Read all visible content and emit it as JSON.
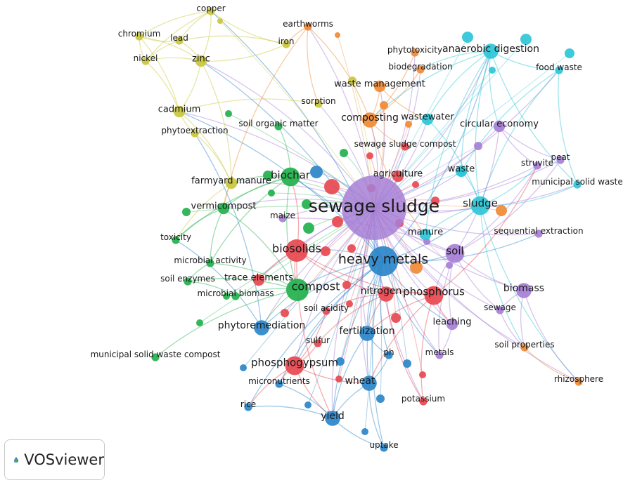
{
  "colors": {
    "red": "#e8484f",
    "green": "#22b14c",
    "blue": "#2a86c9",
    "yellow": "#c9c73d",
    "purple": "#a77fd6",
    "cyan": "#2ec6d8",
    "orange": "#f08a35"
  },
  "logo": {
    "label": "VOSviewer",
    "icon": "vosviewer-logo-icon"
  },
  "nodes": [
    {
      "id": "sewage_sludge",
      "label": "sewage sludge",
      "c": "purple",
      "w": 10
    },
    {
      "id": "heavy_metals",
      "label": "heavy metals",
      "c": "blue",
      "w": 7
    },
    {
      "id": "biosolids",
      "label": "biosolids",
      "c": "red",
      "w": 5
    },
    {
      "id": "compost",
      "label": "compost",
      "c": "green",
      "w": 5
    },
    {
      "id": "biochar",
      "label": "biochar",
      "c": "green",
      "w": 4
    },
    {
      "id": "sludge",
      "label": "sludge",
      "c": "cyan",
      "w": 4
    },
    {
      "id": "soil",
      "label": "soil",
      "c": "purple",
      "w": 4
    },
    {
      "id": "phosphorus",
      "label": "phosphorus",
      "c": "red",
      "w": 4
    },
    {
      "id": "nitrogen",
      "label": "nitrogen",
      "c": "red",
      "w": 3
    },
    {
      "id": "phosphogypsum",
      "label": "phosphogypsum",
      "c": "red",
      "w": 4
    },
    {
      "id": "phytoremediation",
      "label": "phytoremediation",
      "c": "blue",
      "w": 3
    },
    {
      "id": "fertilization",
      "label": "fertilization",
      "c": "blue",
      "w": 3
    },
    {
      "id": "wheat",
      "label": "wheat",
      "c": "blue",
      "w": 3
    },
    {
      "id": "yield",
      "label": "yield",
      "c": "blue",
      "w": 3
    },
    {
      "id": "anaerobic_digestion",
      "label": "anaerobic digestion",
      "c": "cyan",
      "w": 3
    },
    {
      "id": "composting",
      "label": "composting",
      "c": "orange",
      "w": 3
    },
    {
      "id": "biomass",
      "label": "biomass",
      "c": "purple",
      "w": 3
    },
    {
      "id": "farmyard_manure",
      "label": "farmyard manure",
      "c": "yellow",
      "w": 2
    },
    {
      "id": "cadmium",
      "label": "cadmium",
      "c": "yellow",
      "w": 2
    },
    {
      "id": "zinc",
      "label": "zinc",
      "c": "yellow",
      "w": 2
    },
    {
      "id": "copper",
      "label": "copper",
      "c": "yellow",
      "w": 1
    },
    {
      "id": "chromium",
      "label": "chromium",
      "c": "yellow",
      "w": 1
    },
    {
      "id": "lead",
      "label": "lead",
      "c": "yellow",
      "w": 1
    },
    {
      "id": "nickel",
      "label": "nickel",
      "c": "yellow",
      "w": 1
    },
    {
      "id": "iron",
      "label": "iron",
      "c": "yellow",
      "w": 1
    },
    {
      "id": "phytoextraction",
      "label": "phytoextraction",
      "c": "yellow",
      "w": 1
    },
    {
      "id": "sorption",
      "label": "sorption",
      "c": "yellow",
      "w": 1
    },
    {
      "id": "earthworms",
      "label": "earthworms",
      "c": "orange",
      "w": 1
    },
    {
      "id": "phytotoxicity",
      "label": "phytotoxicity",
      "c": "orange",
      "w": 1
    },
    {
      "id": "biodegradation",
      "label": "biodegradation",
      "c": "orange",
      "w": 1
    },
    {
      "id": "waste_management",
      "label": "waste management",
      "c": "orange",
      "w": 2
    },
    {
      "id": "food_waste",
      "label": "food waste",
      "c": "cyan",
      "w": 1
    },
    {
      "id": "wastewater",
      "label": "wastewater",
      "c": "cyan",
      "w": 2
    },
    {
      "id": "circular_economy",
      "label": "circular economy",
      "c": "purple",
      "w": 2
    },
    {
      "id": "soil_organic_matter",
      "label": "soil organic matter",
      "c": "green",
      "w": 1
    },
    {
      "id": "sewage_sludge_compost",
      "label": "sewage sludge compost",
      "c": "red",
      "w": 1
    },
    {
      "id": "agriculture",
      "label": "agriculture",
      "c": "red",
      "w": 2
    },
    {
      "id": "waste",
      "label": "waste",
      "c": "cyan",
      "w": 2
    },
    {
      "id": "struvite",
      "label": "struvite",
      "c": "purple",
      "w": 1
    },
    {
      "id": "peat",
      "label": "peat",
      "c": "purple",
      "w": 1
    },
    {
      "id": "municipal_solid_waste",
      "label": "municipal solid waste",
      "c": "cyan",
      "w": 1
    },
    {
      "id": "vermicompost",
      "label": "vermicompost",
      "c": "green",
      "w": 2
    },
    {
      "id": "maize",
      "label": "maize",
      "c": "purple",
      "w": 1
    },
    {
      "id": "toxicity",
      "label": "toxicity",
      "c": "green",
      "w": 1
    },
    {
      "id": "manure",
      "label": "manure",
      "c": "cyan",
      "w": 2
    },
    {
      "id": "sequential_extraction",
      "label": "sequential extraction",
      "c": "purple",
      "w": 1
    },
    {
      "id": "microbial_activity",
      "label": "microbial activity",
      "c": "green",
      "w": 1
    },
    {
      "id": "soil_enzymes",
      "label": "soil enzymes",
      "c": "green",
      "w": 1
    },
    {
      "id": "trace_elements",
      "label": "trace elements",
      "c": "red",
      "w": 2
    },
    {
      "id": "microbial_biomass",
      "label": "microbial biomass",
      "c": "green",
      "w": 1
    },
    {
      "id": "soil_acidity",
      "label": "soil acidity",
      "c": "red",
      "w": 1
    },
    {
      "id": "sewage",
      "label": "sewage",
      "c": "purple",
      "w": 1
    },
    {
      "id": "leaching",
      "label": "leaching",
      "c": "purple",
      "w": 2
    },
    {
      "id": "sulfur",
      "label": "sulfur",
      "c": "red",
      "w": 1
    },
    {
      "id": "ph",
      "label": "ph",
      "c": "blue",
      "w": 1
    },
    {
      "id": "metals",
      "label": "metals",
      "c": "purple",
      "w": 1
    },
    {
      "id": "soil_properties",
      "label": "soil properties",
      "c": "orange",
      "w": 1
    },
    {
      "id": "municipal_solid_waste_compost",
      "label": "municipal solid waste compost",
      "c": "green",
      "w": 1
    },
    {
      "id": "micronutrients",
      "label": "micronutrients",
      "c": "blue",
      "w": 1
    },
    {
      "id": "rhizosphere",
      "label": "rhizosphere",
      "c": "orange",
      "w": 1
    },
    {
      "id": "potassium",
      "label": "potassium",
      "c": "red",
      "w": 1
    },
    {
      "id": "rice",
      "label": "rice",
      "c": "blue",
      "w": 1
    },
    {
      "id": "uptake",
      "label": "uptake",
      "c": "blue",
      "w": 1
    }
  ],
  "edges": [
    [
      "sewage_sludge",
      "heavy_metals"
    ],
    [
      "sewage_sludge",
      "biosolids"
    ],
    [
      "sewage_sludge",
      "compost"
    ],
    [
      "sewage_sludge",
      "biochar"
    ],
    [
      "sewage_sludge",
      "sludge"
    ],
    [
      "sewage_sludge",
      "soil"
    ],
    [
      "sewage_sludge",
      "phosphorus"
    ],
    [
      "sewage_sludge",
      "nitrogen"
    ],
    [
      "sewage_sludge",
      "phosphogypsum"
    ],
    [
      "sewage_sludge",
      "anaerobic_digestion"
    ],
    [
      "sewage_sludge",
      "composting"
    ],
    [
      "sewage_sludge",
      "biomass"
    ],
    [
      "sewage_sludge",
      "farmyard_manure"
    ],
    [
      "sewage_sludge",
      "cadmium"
    ],
    [
      "sewage_sludge",
      "zinc"
    ],
    [
      "sewage_sludge",
      "wastewater"
    ],
    [
      "sewage_sludge",
      "circular_economy"
    ],
    [
      "sewage_sludge",
      "agriculture"
    ],
    [
      "sewage_sludge",
      "waste"
    ],
    [
      "sewage_sludge",
      "manure"
    ],
    [
      "sewage_sludge",
      "fertilization"
    ],
    [
      "sewage_sludge",
      "wheat"
    ],
    [
      "sewage_sludge",
      "yield"
    ],
    [
      "sewage_sludge",
      "leaching"
    ],
    [
      "sewage_sludge",
      "sequential_extraction"
    ],
    [
      "sewage_sludge",
      "municipal_solid_waste"
    ],
    [
      "sewage_sludge",
      "food_waste"
    ],
    [
      "sewage_sludge",
      "struvite"
    ],
    [
      "sewage_sludge",
      "peat"
    ],
    [
      "sewage_sludge",
      "waste_management"
    ],
    [
      "sewage_sludge",
      "earthworms"
    ],
    [
      "sewage_sludge",
      "phytotoxicity"
    ],
    [
      "sewage_sludge",
      "vermicompost"
    ],
    [
      "sewage_sludge",
      "maize"
    ],
    [
      "sewage_sludge",
      "trace_elements"
    ],
    [
      "sewage_sludge",
      "phytoremediation"
    ],
    [
      "sewage_sludge",
      "soil_properties"
    ],
    [
      "sewage_sludge",
      "rhizosphere"
    ],
    [
      "sewage_sludge",
      "sewage_sludge_compost"
    ],
    [
      "sewage_sludge",
      "sorption"
    ],
    [
      "sewage_sludge",
      "metals"
    ],
    [
      "sewage_sludge",
      "potassium"
    ],
    [
      "sewage_sludge",
      "sewage"
    ],
    [
      "sewage_sludge",
      "biodegradation"
    ],
    [
      "heavy_metals",
      "biochar"
    ],
    [
      "heavy_metals",
      "compost"
    ],
    [
      "heavy_metals",
      "phytoremediation"
    ],
    [
      "heavy_metals",
      "phosphogypsum"
    ],
    [
      "heavy_metals",
      "wheat"
    ],
    [
      "heavy_metals",
      "yield"
    ],
    [
      "heavy_metals",
      "fertilization"
    ],
    [
      "heavy_metals",
      "cadmium"
    ],
    [
      "heavy_metals",
      "zinc"
    ],
    [
      "heavy_metals",
      "copper"
    ],
    [
      "heavy_metals",
      "soil"
    ],
    [
      "heavy_metals",
      "sludge"
    ],
    [
      "heavy_metals",
      "biosolids"
    ],
    [
      "heavy_metals",
      "rice"
    ],
    [
      "heavy_metals",
      "uptake"
    ],
    [
      "heavy_metals",
      "micronutrients"
    ],
    [
      "heavy_metals",
      "ph"
    ],
    [
      "heavy_metals",
      "leaching"
    ],
    [
      "heavy_metals",
      "metals"
    ],
    [
      "heavy_metals",
      "anaerobic_digestion"
    ],
    [
      "heavy_metals",
      "sequential_extraction"
    ],
    [
      "biosolids",
      "nitrogen"
    ],
    [
      "biosolids",
      "phosphorus"
    ],
    [
      "biosolids",
      "trace_elements"
    ],
    [
      "biosolids",
      "compost"
    ],
    [
      "biosolids",
      "biochar"
    ],
    [
      "biosolids",
      "yield"
    ],
    [
      "biochar",
      "compost"
    ],
    [
      "biochar",
      "farmyard_manure"
    ],
    [
      "biochar",
      "vermicompost"
    ],
    [
      "biochar",
      "toxicity"
    ],
    [
      "biochar",
      "soil_organic_matter"
    ],
    [
      "biochar",
      "microbial_activity"
    ],
    [
      "compost",
      "microbial_biomass"
    ],
    [
      "compost",
      "soil_enzymes"
    ],
    [
      "compost",
      "municipal_solid_waste_compost"
    ],
    [
      "compost",
      "microbial_activity"
    ],
    [
      "compost",
      "vermicompost"
    ],
    [
      "compost",
      "phytoremediation"
    ],
    [
      "cadmium",
      "zinc"
    ],
    [
      "cadmium",
      "phytoextraction"
    ],
    [
      "cadmium",
      "chromium"
    ],
    [
      "cadmium",
      "nickel"
    ],
    [
      "zinc",
      "copper"
    ],
    [
      "zinc",
      "lead"
    ],
    [
      "zinc",
      "chromium"
    ],
    [
      "zinc",
      "nickel"
    ],
    [
      "zinc",
      "iron"
    ],
    [
      "copper",
      "lead"
    ],
    [
      "copper",
      "chromium"
    ],
    [
      "copper",
      "nickel"
    ],
    [
      "copper",
      "iron"
    ],
    [
      "lead",
      "nickel"
    ],
    [
      "chromium",
      "nickel"
    ],
    [
      "chromium",
      "lead"
    ],
    [
      "farmyard_manure",
      "cadmium"
    ],
    [
      "farmyard_manure",
      "zinc"
    ],
    [
      "farmyard_manure",
      "phytoextraction"
    ],
    [
      "farmyard_manure",
      "vermicompost"
    ],
    [
      "farmyard_manure",
      "toxicity"
    ],
    [
      "anaerobic_digestion",
      "food_waste"
    ],
    [
      "anaerobic_digestion",
      "wastewater"
    ],
    [
      "anaerobic_digestion",
      "sludge"
    ],
    [
      "anaerobic_digestion",
      "municipal_solid_waste"
    ],
    [
      "anaerobic_digestion",
      "waste"
    ],
    [
      "anaerobic_digestion",
      "biodegradation"
    ],
    [
      "anaerobic_digestion",
      "manure"
    ],
    [
      "anaerobic_digestion",
      "circular_economy"
    ],
    [
      "anaerobic_digestion",
      "composting"
    ],
    [
      "food_waste",
      "sludge"
    ],
    [
      "food_waste",
      "waste"
    ],
    [
      "food_waste",
      "municipal_solid_waste"
    ],
    [
      "sludge",
      "wastewater"
    ],
    [
      "sludge",
      "waste"
    ],
    [
      "sludge",
      "manure"
    ],
    [
      "sludge",
      "municipal_solid_waste"
    ],
    [
      "sludge",
      "struvite"
    ],
    [
      "sludge",
      "soil_properties"
    ],
    [
      "sludge",
      "rhizosphere"
    ],
    [
      "composting",
      "waste_management"
    ],
    [
      "composting",
      "earthworms"
    ],
    [
      "composting",
      "phytotoxicity"
    ],
    [
      "composting",
      "sewage_sludge_compost"
    ],
    [
      "composting",
      "manure"
    ],
    [
      "composting",
      "biodegradation"
    ],
    [
      "earthworms",
      "iron"
    ],
    [
      "earthworms",
      "sorption"
    ],
    [
      "earthworms",
      "vermicompost"
    ],
    [
      "soil",
      "biomass"
    ],
    [
      "soil",
      "leaching"
    ],
    [
      "soil",
      "metals"
    ],
    [
      "soil",
      "phosphorus"
    ],
    [
      "soil",
      "struvite"
    ],
    [
      "soil",
      "peat"
    ],
    [
      "soil",
      "circular_economy"
    ],
    [
      "soil",
      "sewage"
    ],
    [
      "soil",
      "maize"
    ],
    [
      "phosphorus",
      "nitrogen"
    ],
    [
      "phosphorus",
      "leaching"
    ],
    [
      "phosphorus",
      "struvite"
    ],
    [
      "phosphorus",
      "potassium"
    ],
    [
      "phosphorus",
      "fertilization"
    ],
    [
      "phosphorus",
      "wheat"
    ],
    [
      "nitrogen",
      "fertilization"
    ],
    [
      "nitrogen",
      "soil_acidity"
    ],
    [
      "nitrogen",
      "sulfur"
    ],
    [
      "nitrogen",
      "potassium"
    ],
    [
      "phosphogypsum",
      "wheat"
    ],
    [
      "phosphogypsum",
      "yield"
    ],
    [
      "phosphogypsum",
      "sulfur"
    ],
    [
      "phosphogypsum",
      "micronutrients"
    ],
    [
      "phosphogypsum",
      "rice"
    ],
    [
      "phosphogypsum",
      "soil_acidity"
    ],
    [
      "wheat",
      "yield"
    ],
    [
      "wheat",
      "uptake"
    ],
    [
      "wheat",
      "ph"
    ],
    [
      "yield",
      "rice"
    ],
    [
      "yield",
      "micronutrients"
    ],
    [
      "yield",
      "uptake"
    ],
    [
      "fertilization",
      "yield"
    ],
    [
      "fertilization",
      "ph"
    ],
    [
      "biomass",
      "sewage"
    ],
    [
      "biomass",
      "soil_properties"
    ],
    [
      "biomass",
      "rhizosphere"
    ],
    [
      "metals",
      "leaching"
    ],
    [
      "sewage",
      "soil_properties"
    ],
    [
      "soil_properties",
      "rhizosphere"
    ],
    [
      "phytoremediation",
      "phytoextraction"
    ],
    [
      "phytoremediation",
      "toxicity"
    ],
    [
      "microbial_activity",
      "soil_enzymes"
    ],
    [
      "microbial_biomass",
      "soil_enzymes"
    ],
    [
      "vermicompost",
      "toxicity"
    ],
    [
      "vermicompost",
      "microbial_activity"
    ],
    [
      "waste_management",
      "wastewater"
    ],
    [
      "circular_economy",
      "struvite"
    ],
    [
      "circular_economy",
      "peat"
    ],
    [
      "sorption",
      "cadmium"
    ],
    [
      "iron",
      "lead"
    ]
  ]
}
